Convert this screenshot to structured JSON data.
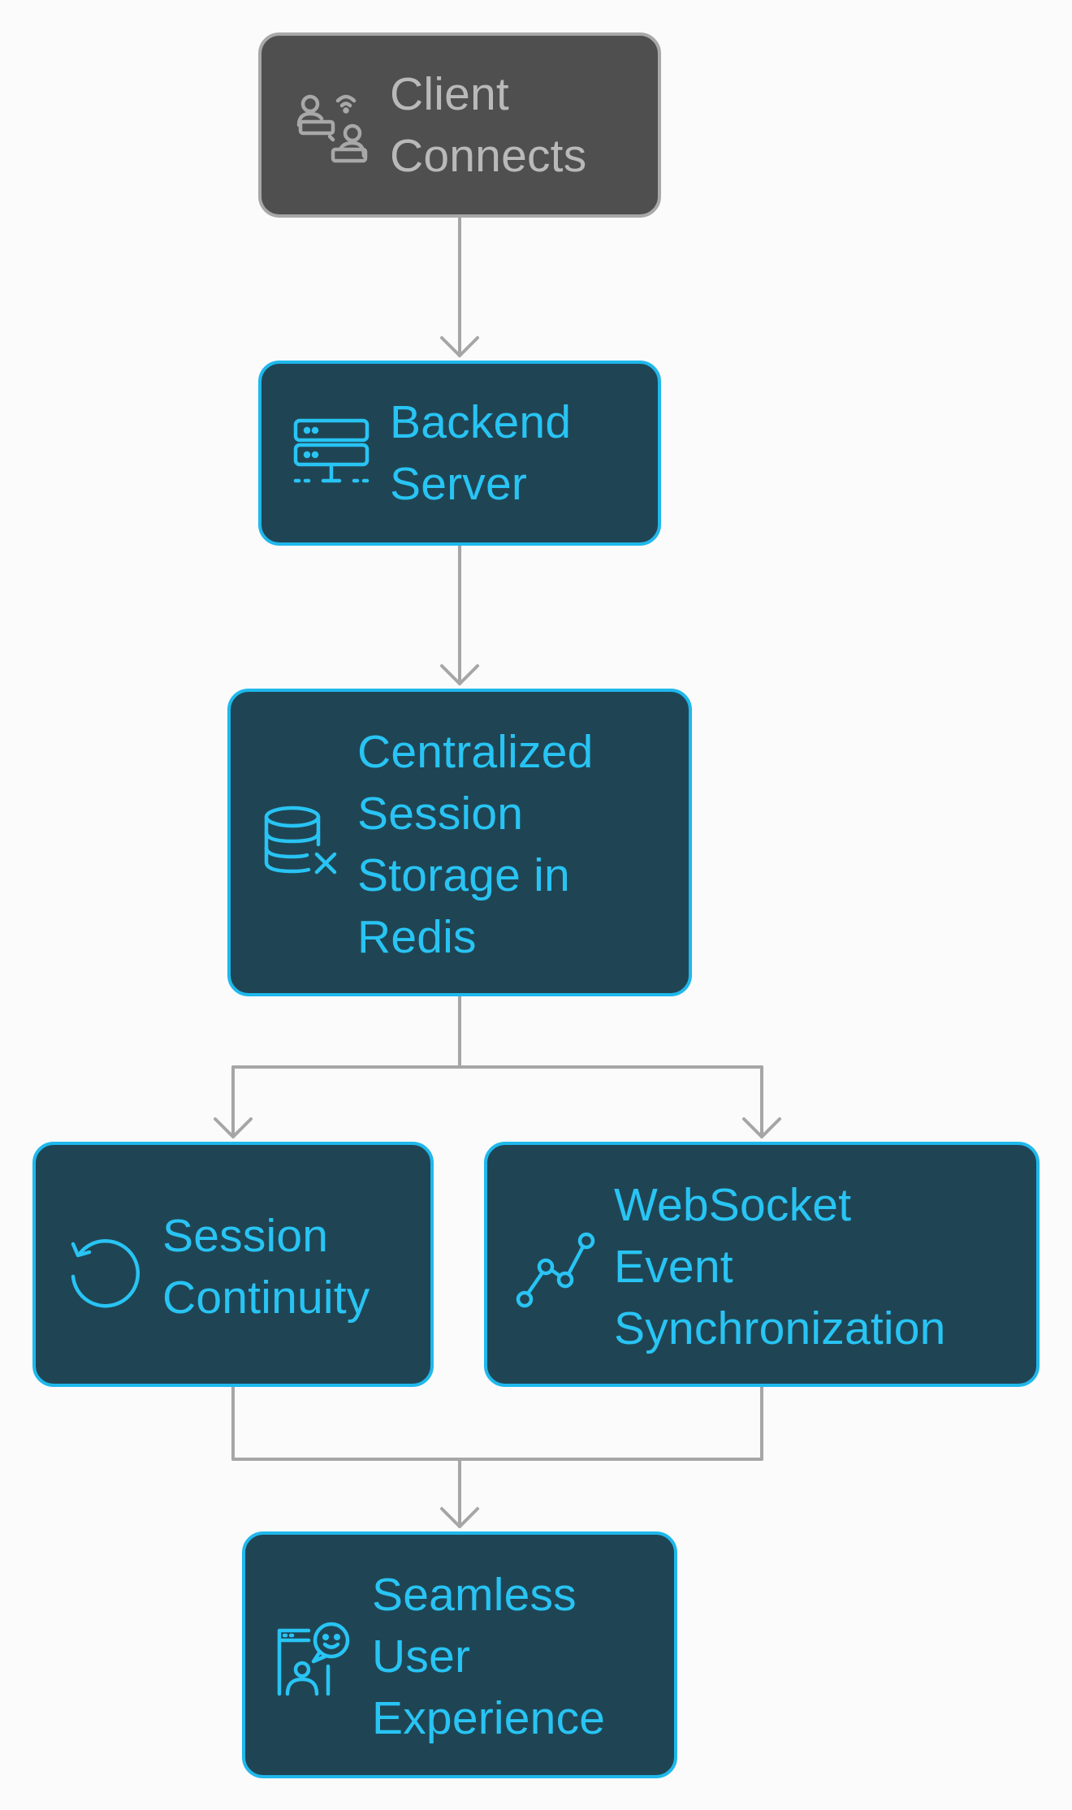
{
  "nodes": {
    "client": {
      "label": "Client\nConnects",
      "icon": "users-wifi-icon"
    },
    "backend": {
      "label": "Backend\nServer",
      "icon": "server-icon"
    },
    "storage": {
      "label": "Centralized\nSession\nStorage in\nRedis",
      "icon": "database-x-icon"
    },
    "continuity": {
      "label": "Session\nContinuity",
      "icon": "refresh-icon"
    },
    "websocket": {
      "label": "WebSocket\nEvent\nSynchronization",
      "icon": "line-chart-icon"
    },
    "experience": {
      "label": "Seamless\nUser\nExperience",
      "icon": "user-feedback-icon"
    }
  },
  "colors": {
    "node_fill": "#1f4554",
    "node_border": "#1fb8ec",
    "node_text": "#28c4f4",
    "start_fill": "#4f4f4f",
    "start_border": "#a8a8a8",
    "start_text": "#b9b9b9",
    "connector": "#a6a6a6"
  }
}
